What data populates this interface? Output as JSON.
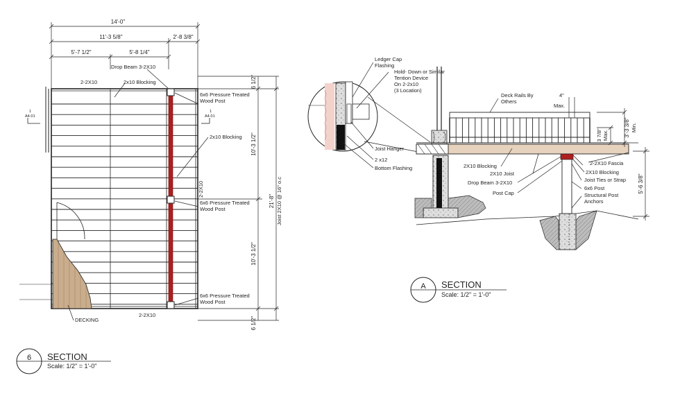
{
  "plan": {
    "dims": {
      "overall": "14'-0\"",
      "span_a": "11'-3 5/8\"",
      "span_b": "2'-8 3/8\"",
      "sub_a": "5'-7 1/2\"",
      "sub_b": "5'-8 1/4\"",
      "right_top": "6 1/2\"",
      "right_mid1": "10'-3 1/2\"",
      "right_mid2": "10'-3 1/2\"",
      "right_bottom": "6 1/2\"",
      "right_overall": "21'-8\""
    },
    "labels": {
      "drop_beam": "Drop Beam 3-2X10",
      "rim_top": "2-2X10",
      "blocking_top": "2x10 Blocking",
      "post1_line1": "6x6 Pressure Treated",
      "post1_line2": "Wood Post",
      "blocking_mid": "2x10 Blocking",
      "rim_right": "2-2X10",
      "post2_line1": "6x6 Pressure Treated",
      "post2_line2": "Wood Post",
      "post3_line1": "6x6 Pressure Treated",
      "post3_line2": "Wood Post",
      "rim_bottom": "2-2X10",
      "decking": "DECKING",
      "joists": "Joist 2X10 @ 16\" o.c",
      "marker_left_num": "1",
      "marker_left_sheet": "A4-01",
      "marker_right_num": "1",
      "marker_right_sheet": "A4-01"
    },
    "title": {
      "number": "6",
      "name": "SECTION",
      "scale": "Scale: 1/2\" = 1'-0\""
    }
  },
  "section": {
    "labels": {
      "ledger_1": "Ledger Cap",
      "ledger_2": "Flashing",
      "hold_1": "Hold- Down or Similar",
      "hold_2": "Tention Device",
      "hold_3": "On 2-2x10",
      "hold_4": "(3 Location)",
      "joist_hanger": "Joist Hanger",
      "two_x12": "2 x12",
      "bottom_flashing": "Bottom Flashing",
      "rails_1": "Deck Rails By",
      "rails_2": "Others",
      "max4_1": "4\"",
      "max4_2": "Max.",
      "rail_h_1": "3'-3 3/8\"",
      "rail_h_2": "Min.",
      "dim_378_1": "3 7/8\"",
      "dim_378_2": "Max.",
      "fascia": "2-2X10 Fascia",
      "blocking_l": "2X10 Blocking",
      "joist": "2X10 Joist",
      "blocking_r": "2X10 Blocking",
      "drop_beam": "Drop Beam 3-2X10",
      "joist_ties": "Joist Ties or Strap",
      "post_cap": "Post Cap",
      "post_6x6": "6x6 Post",
      "anchors_1": "Structural Post",
      "anchors_2": "Anchors",
      "height": "5'-6 3/8\""
    },
    "title": {
      "letter": "A",
      "name": "SECTION",
      "scale": "Scale: 1/2\" = 1'-0\""
    }
  },
  "colors": {
    "line": "#222222",
    "beam": "#b01e1e",
    "decking_fill": "#c9ad8c",
    "deck_board": "#e6d2bd",
    "concrete": "#dcdcdc",
    "soil": "#bdbdbd",
    "insulation": "#f4d2cc"
  }
}
